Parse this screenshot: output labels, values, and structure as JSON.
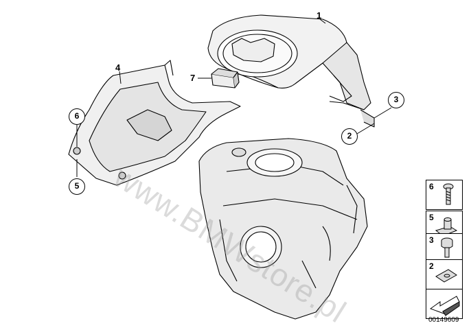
{
  "callouts": {
    "c1": "1",
    "c2": "2",
    "c3": "3",
    "c4": "4",
    "c5": "5",
    "c6": "6",
    "c7": "7"
  },
  "legend": {
    "items": [
      {
        "num": "6",
        "icon": "screw-icon"
      },
      {
        "num": "5",
        "icon": "speed-nut-icon"
      },
      {
        "num": "3",
        "icon": "rubber-buffer-icon"
      },
      {
        "num": "2",
        "icon": "clip-nut-icon"
      }
    ],
    "arrow_icon": "direction-arrow-icon"
  },
  "diagram_ref": "00149609",
  "watermark": "www.BMWstore.pl"
}
